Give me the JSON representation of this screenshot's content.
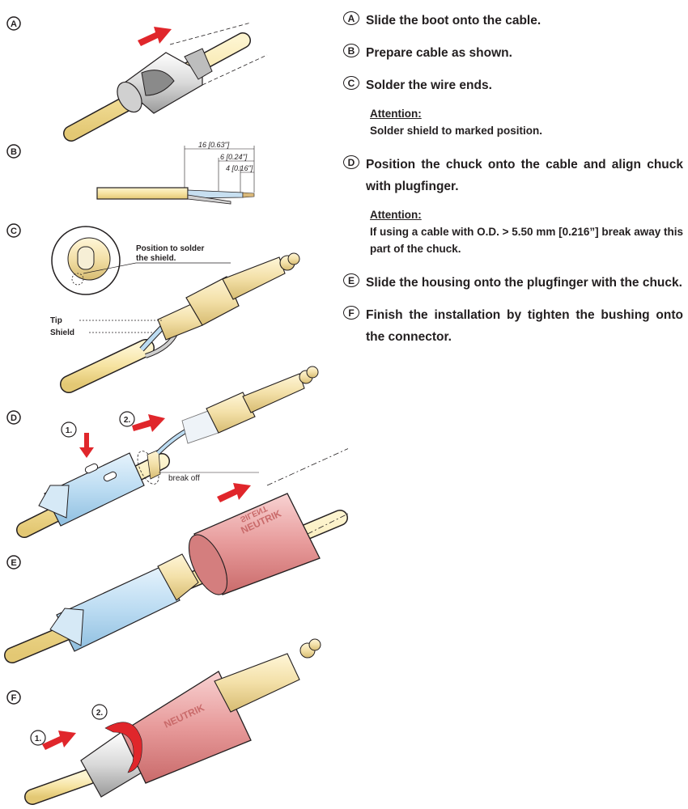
{
  "figure": {
    "markers": {
      "a": "A",
      "b": "B",
      "c": "C",
      "d": "D",
      "e": "E",
      "f": "F"
    },
    "dims": {
      "d16": "16 [0.63\"]",
      "d6": "6 [0.24\"]",
      "d4": "4 [0.16\"]"
    },
    "labels": {
      "position_solder_1": "Position to solder",
      "position_solder_2": "the shield.",
      "tip": "Tip",
      "shield": "Shield",
      "break_off": "break off",
      "d_step1": "1.",
      "d_step2": "2.",
      "f_step1": "1.",
      "f_step2": "2.",
      "brand": "NEUTRIK",
      "brand2": "SILENT"
    }
  },
  "steps": [
    {
      "letter": "A",
      "text": "Slide the boot onto the cable."
    },
    {
      "letter": "B",
      "text": "Prepare cable as shown."
    },
    {
      "letter": "C",
      "text": "Solder the wire ends.",
      "attention": {
        "head": "Attention:",
        "body": "Solder shield to marked position."
      }
    },
    {
      "letter": "D",
      "text": "Position the chuck onto the cable and align chuck with plugfinger.",
      "attention": {
        "head": "Attention:",
        "body": "If using a cable with O.D. > 5.50 mm [0.216”] break away this part of the chuck."
      }
    },
    {
      "letter": "E",
      "text": "Slide the housing onto the plugfinger with the chuck."
    },
    {
      "letter": "F",
      "text": "Finish the installation by tighten the bushing onto the connector."
    }
  ],
  "colors": {
    "cable": "#f6e3a1",
    "boot": "#c8c8c8",
    "chuck": "#bcdcf2",
    "housing": "#e79a9a",
    "arrow": "#e0262b"
  }
}
